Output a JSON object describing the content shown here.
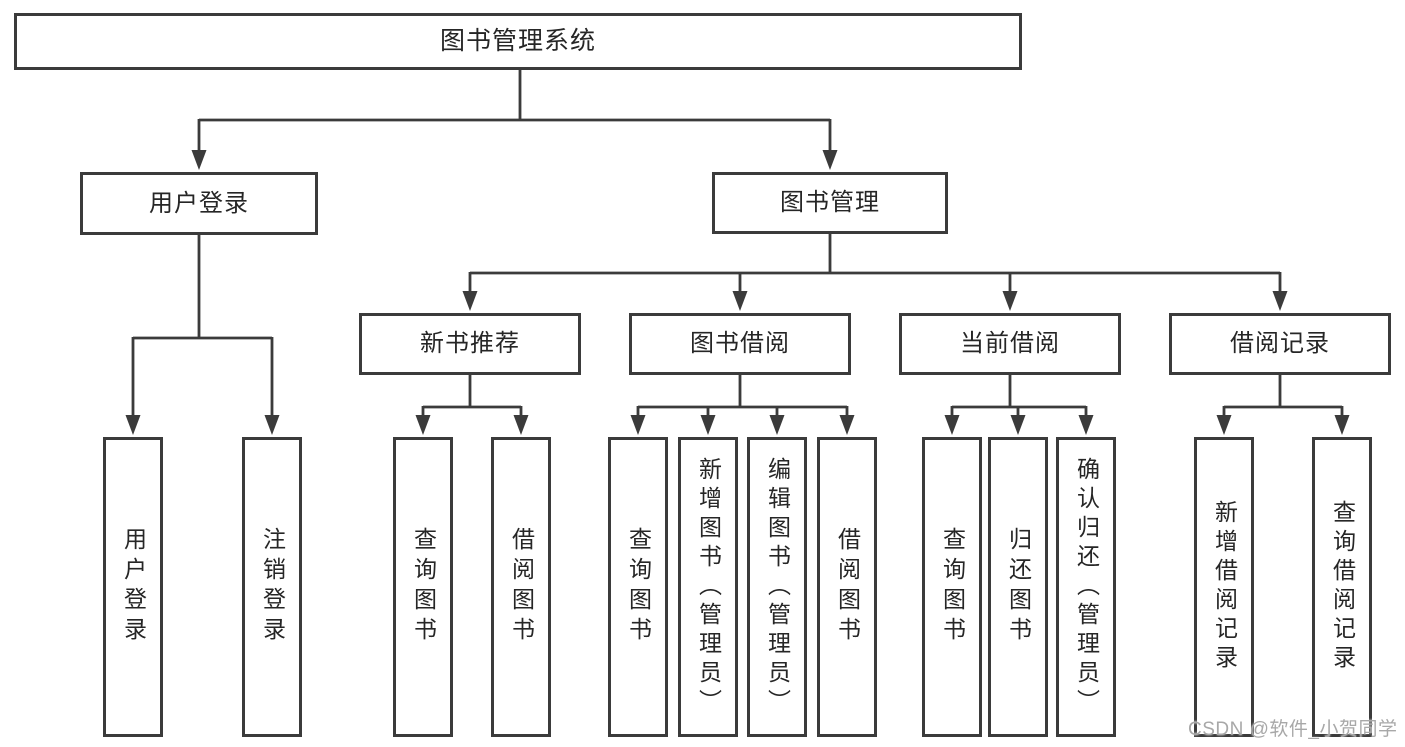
{
  "colors": {
    "line": "#3b3b3b",
    "box_border": "#3b3b3b",
    "box_fill": "#ffffff",
    "text": "#262626",
    "watermark": "#a8a8a8",
    "background": "#ffffff"
  },
  "diagram_type": "function-tree",
  "tree": {
    "root": {
      "label": "图书管理系统"
    },
    "children": [
      {
        "label": "用户登录",
        "children": [
          {
            "label": "用户登录"
          },
          {
            "label": "注销登录"
          }
        ]
      },
      {
        "label": "图书管理",
        "children": [
          {
            "label": "新书推荐",
            "children": [
              {
                "label": "查询图书"
              },
              {
                "label": "借阅图书"
              }
            ]
          },
          {
            "label": "图书借阅",
            "children": [
              {
                "label": "查询图书"
              },
              {
                "label": "新增图书（管理员）"
              },
              {
                "label": "编辑图书（管理员）"
              },
              {
                "label": "借阅图书"
              }
            ]
          },
          {
            "label": "当前借阅",
            "children": [
              {
                "label": "查询图书"
              },
              {
                "label": "归还图书"
              },
              {
                "label": "确认归还（管理员）"
              }
            ]
          },
          {
            "label": "借阅记录",
            "children": [
              {
                "label": "新增借阅记录"
              },
              {
                "label": "查询借阅记录"
              }
            ]
          }
        ]
      }
    ]
  },
  "watermark": {
    "text": "CSDN @软件_小贺同学"
  }
}
